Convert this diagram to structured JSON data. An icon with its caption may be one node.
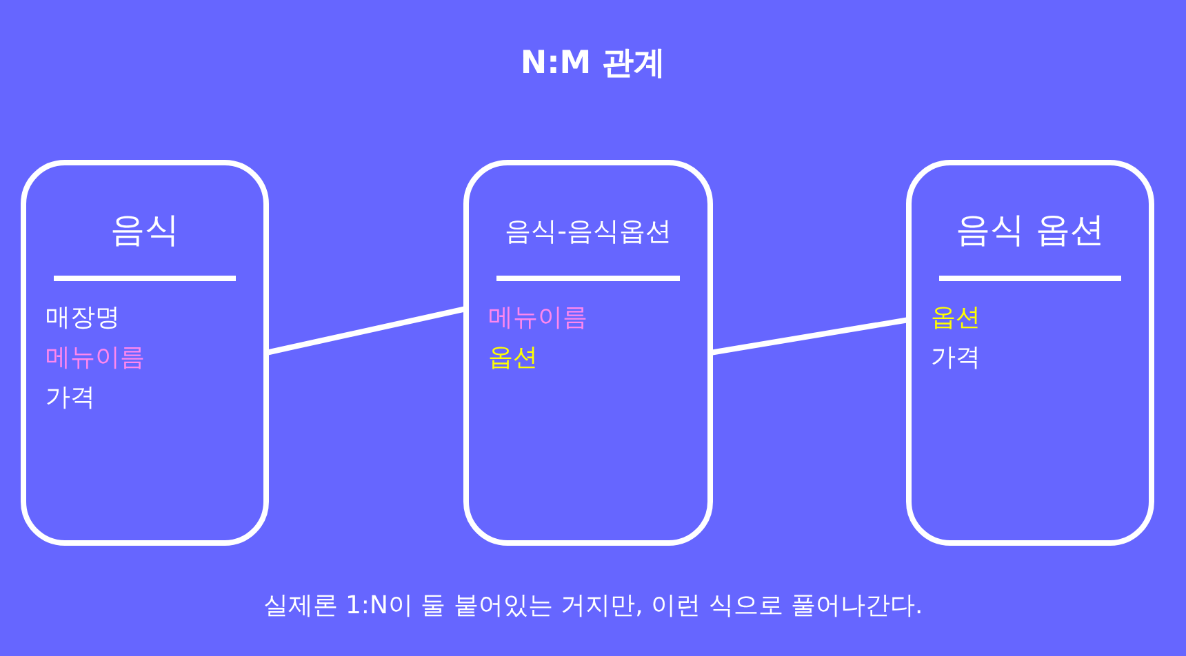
{
  "diagram": {
    "title": "N:M 관계",
    "caption": "실제론 1:N이 둘 붙어있는 거지만, 이런 식으로 풀어나간다.",
    "nodes": [
      {
        "text": [
          "음식",
          "매장명",
          "메뉴이름",
          "가격"
        ]
      },
      {
        "text": [
          "음식-음식옵션",
          "메뉴이름",
          "옵션"
        ]
      },
      {
        "text": [
          "음식 옵션",
          "옵션",
          "가격"
        ]
      }
    ],
    "edges": [
      {
        "from": 0,
        "to": 1,
        "arrow": "none"
      },
      {
        "from": 1,
        "to": 2,
        "arrow": "none"
      }
    ]
  }
}
